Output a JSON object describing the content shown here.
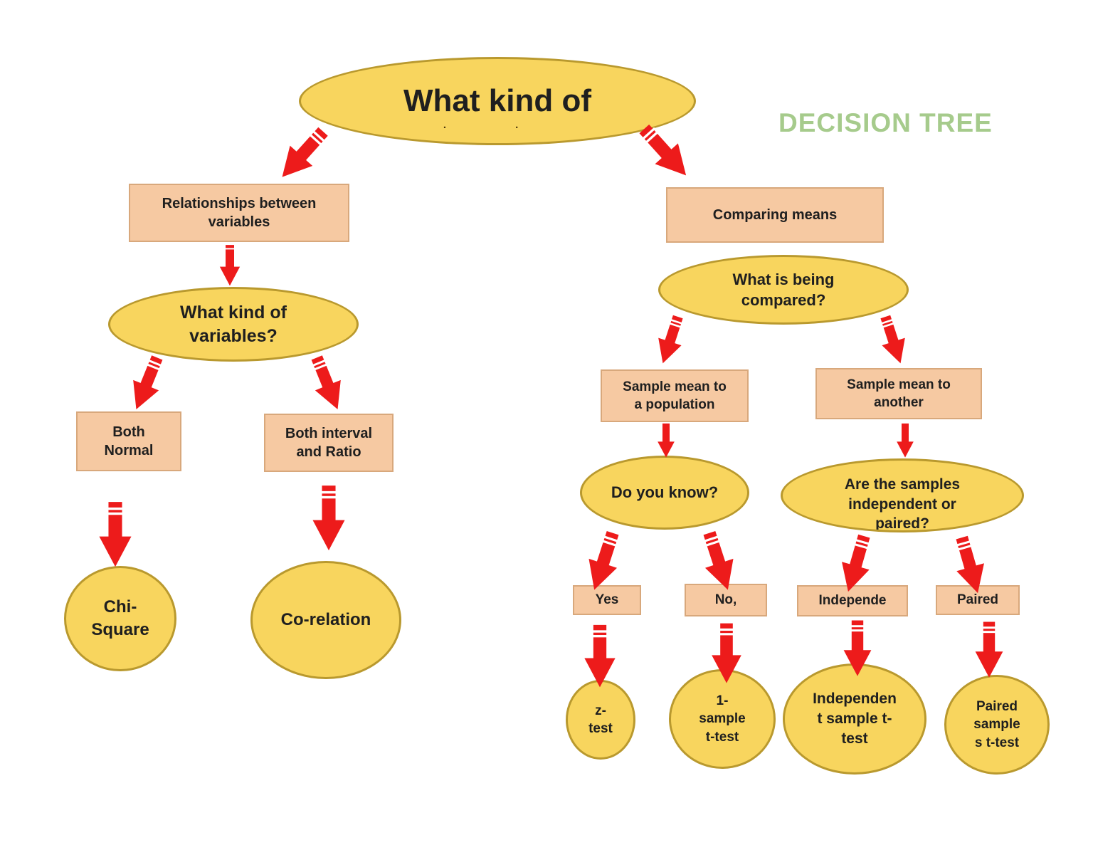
{
  "title": "DECISION TREE",
  "colors": {
    "node_yellow": "#f8d55e",
    "node_yellow_border": "#b9992e",
    "node_peach": "#f6c9a2",
    "node_peach_border": "#d8a87c",
    "arrow_red": "#ed1b1b",
    "title_green": "#a6cb8c"
  },
  "nodes": {
    "root": {
      "label": "What kind of",
      "fragment": "·  ·"
    },
    "relationships": {
      "label": "Relationships between\nvariables"
    },
    "comparing_means": {
      "label": "Comparing means"
    },
    "kind_of_variables": {
      "label": "What kind of\nvariables?"
    },
    "what_compared": {
      "label": "What is being\ncompared?"
    },
    "both_normal": {
      "label": "Both\nNormal"
    },
    "both_interval": {
      "label": "Both interval\nand Ratio"
    },
    "sample_mean_population": {
      "label": "Sample mean to\na population"
    },
    "sample_mean_another": {
      "label": "Sample mean to\nanother"
    },
    "do_you_know": {
      "label": "Do you know?"
    },
    "samples_independent": {
      "label": "Are the samples\nindependent or\npaired?"
    },
    "yes": {
      "label": "Yes"
    },
    "no": {
      "label": "No,"
    },
    "independe": {
      "label": "Independe"
    },
    "paired": {
      "label": "Paired"
    },
    "chi_square": {
      "label": "Chi-\nSquare"
    },
    "co_relation": {
      "label": "Co-relation"
    },
    "z_test": {
      "label": "z-\ntest"
    },
    "one_sample_t": {
      "label": "1-\nsample\nt-test"
    },
    "independent_t": {
      "label": "Independen\nt sample t-\ntest"
    },
    "paired_t": {
      "label": "Paired\nsample\ns t-test"
    }
  }
}
